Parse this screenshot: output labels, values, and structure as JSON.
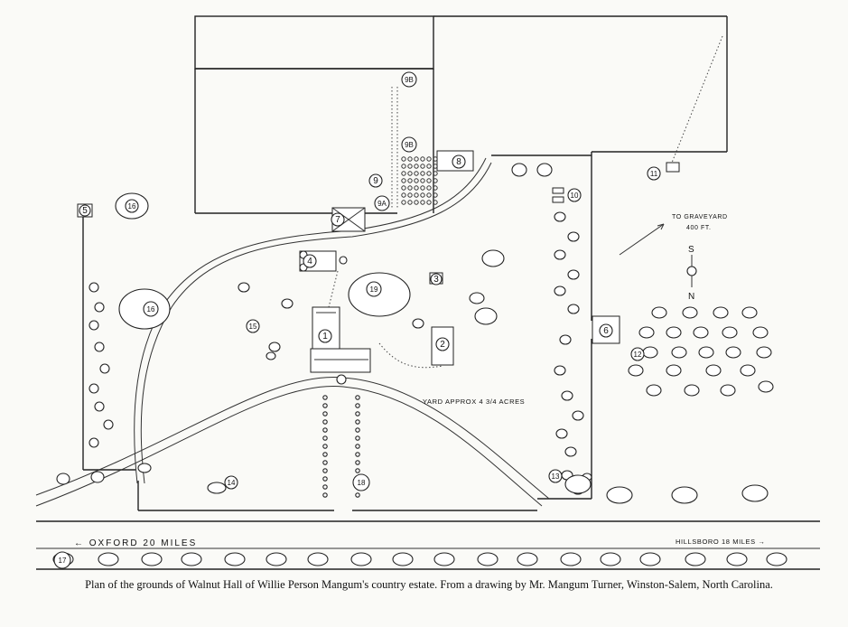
{
  "labels": {
    "yard": "YARD APPROX 4 3/4 ACRES",
    "graveyard_line1": "TO GRAVEYARD",
    "graveyard_line2": "400 FT.",
    "road_west": "← OXFORD  20 MILES",
    "road_east": "HILLSBORO  18  MILES →"
  },
  "compass": {
    "south": "S",
    "north": "N"
  },
  "markers": [
    "1",
    "2",
    "3",
    "4",
    "5",
    "6",
    "7",
    "8",
    "9",
    "9A",
    "9B",
    "9B",
    "10",
    "11",
    "12",
    "13",
    "14",
    "15",
    "16",
    "16",
    "17",
    "18",
    "19"
  ],
  "caption": "Plan of the grounds of Walnut Hall of Willie Person Mangum's country estate.  From a drawing by Mr. Mangum Turner, Winston-Salem, North Carolina."
}
